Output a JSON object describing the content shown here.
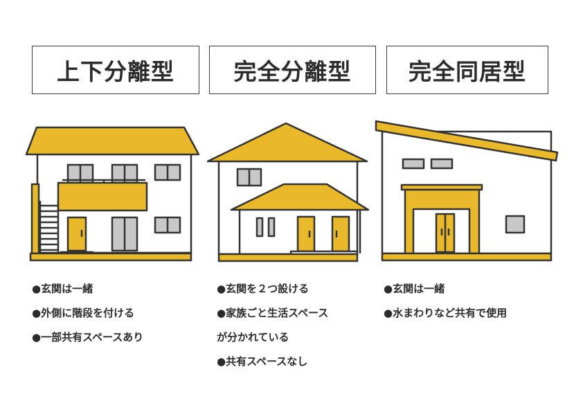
{
  "colors": {
    "accent": "#EAB92A",
    "outline": "#333333",
    "window": "#C8C8C8"
  },
  "types": [
    {
      "title": "上下分離型",
      "features": [
        "●玄関は一緒",
        "●外側に階段を付ける",
        "●一部共有スペースあり"
      ]
    },
    {
      "title": "完全分離型",
      "features": [
        "●玄関を２つ設ける",
        "●家族ごと生活スペース",
        "が分かれている",
        "●共有スペースなし"
      ]
    },
    {
      "title": "完全同居型",
      "features": [
        "●玄関は一緒",
        "●水まわりなど共有で使用"
      ]
    }
  ]
}
